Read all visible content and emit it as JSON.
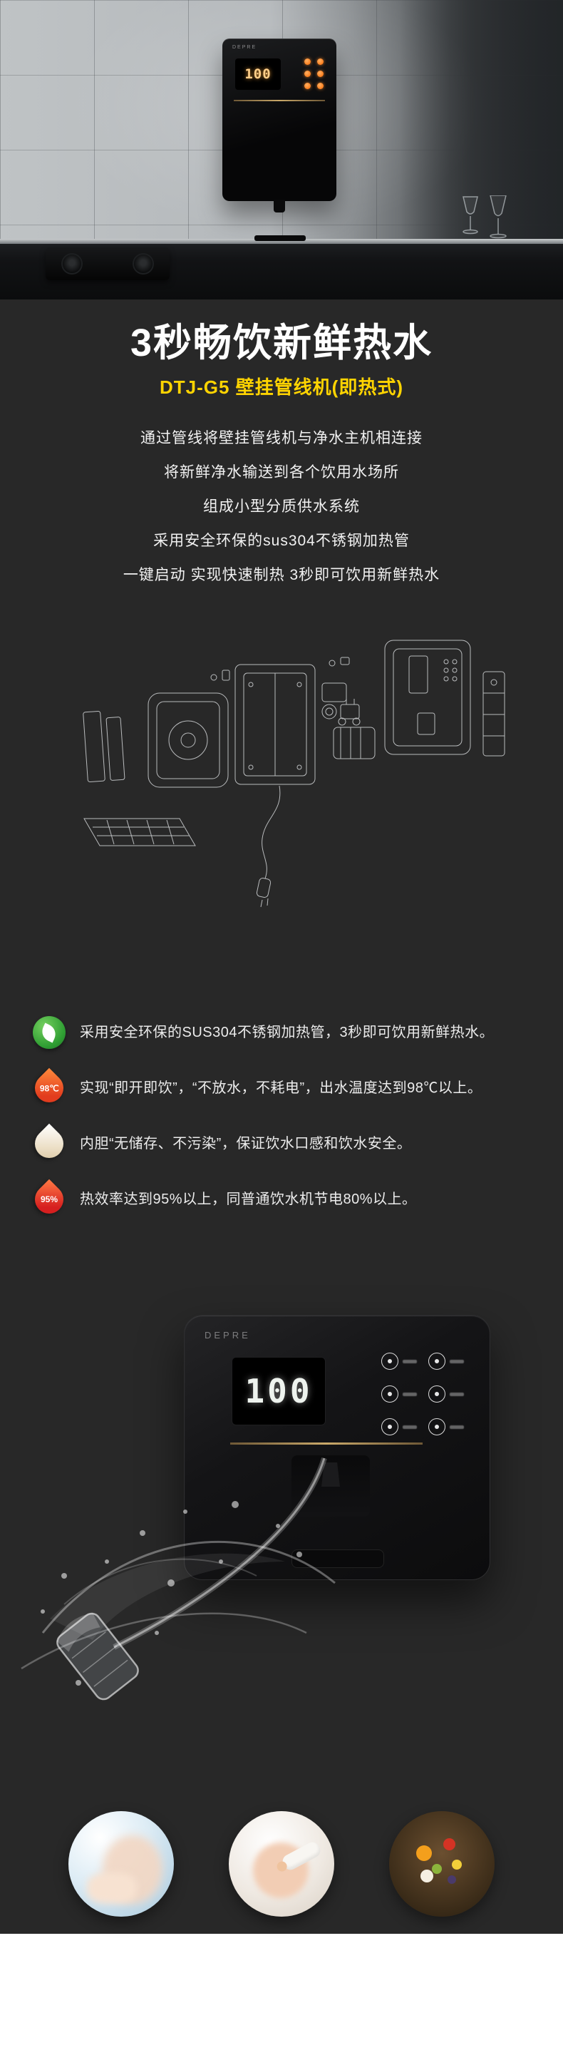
{
  "page": {
    "background": "#282828",
    "footer_background": "#ffffff",
    "accent_yellow": "#ffd401"
  },
  "hero": {
    "brand": "DEPRE",
    "display_value": "100"
  },
  "intro": {
    "title": "3秒畅饮新鲜热水",
    "subtitle": "DTJ-G5 壁挂管线机(即热式)",
    "lines": [
      "通过管线将壁挂管线机与净水主机相连接",
      "将新鲜净水输送到各个饮用水场所",
      "组成小型分质供水系统",
      "采用安全环保的sus304不锈钢加热管",
      "一键启动 实现快速制热 3秒即可饮用新鲜热水"
    ]
  },
  "features": {
    "items": [
      {
        "icon": "eco-green-badge-icon",
        "badge": "",
        "text": "采用安全环保的SUS304不锈钢加热管，3秒即可饮用新鲜热水。"
      },
      {
        "icon": "hot-water-drop-icon",
        "badge": "98℃",
        "text": "实现“即开即饮”，“不放水，不耗电”，出水温度达到98℃以上。"
      },
      {
        "icon": "clean-tank-drop-icon",
        "badge": "",
        "text": "内胆“无储存、不污染”，保证饮水口感和饮水安全。"
      },
      {
        "icon": "efficiency-drop-icon",
        "badge": "95%",
        "text": "热效率达到95%以上，同普通饮水机节电80%以上。"
      }
    ]
  },
  "product": {
    "brand": "DEPRE",
    "display_value": "100"
  },
  "gallery": {
    "photos": [
      {
        "name": "face-washing"
      },
      {
        "name": "baby-feeding"
      },
      {
        "name": "fruit-dessert"
      }
    ]
  }
}
